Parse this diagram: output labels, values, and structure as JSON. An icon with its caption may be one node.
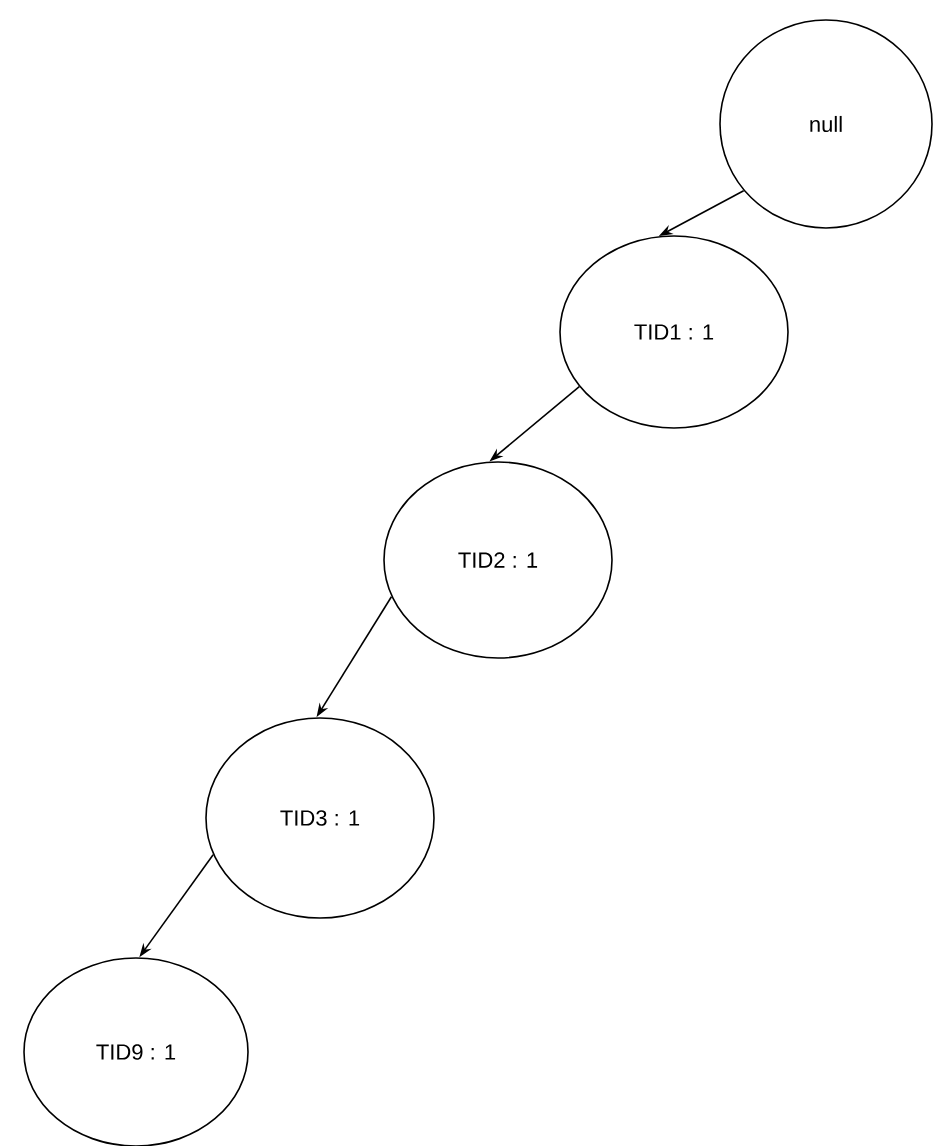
{
  "diagram": {
    "nodes": [
      {
        "text": [
          "null"
        ]
      },
      {
        "text": [
          "TID1 : 1"
        ]
      },
      {
        "text": [
          "TID2 : 1"
        ]
      },
      {
        "text": [
          "TID3 : 1"
        ]
      },
      {
        "text": [
          "TID9 : 1"
        ]
      }
    ],
    "edges": [
      {
        "from": 0,
        "to": 1,
        "arrow": "to"
      },
      {
        "from": 1,
        "to": 2,
        "arrow": "to"
      },
      {
        "from": 2,
        "to": 3,
        "arrow": "to"
      },
      {
        "from": 3,
        "to": 4,
        "arrow": "to"
      }
    ]
  }
}
